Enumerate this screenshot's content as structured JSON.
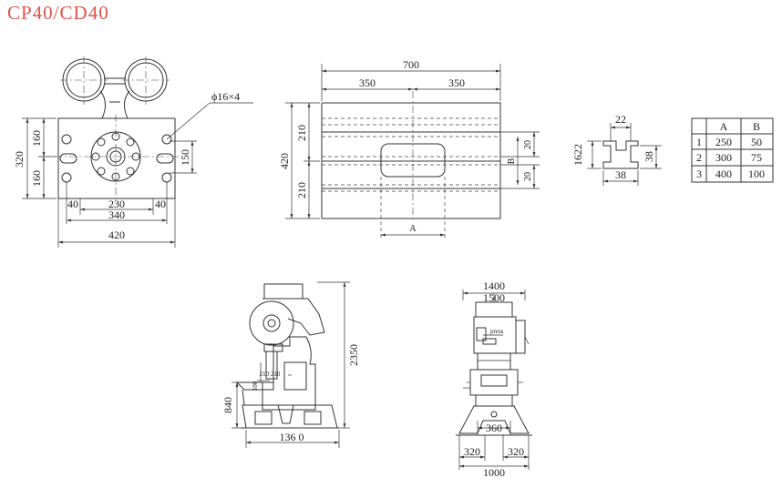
{
  "title": "CP40/CD40",
  "dims": {
    "d_160_top": "160",
    "d_320": "320",
    "d_160_bot": "160",
    "d_hole": "ϕ16×4",
    "d_150": "150",
    "d_40_left": "40",
    "d_40_right": "40",
    "d_230": "230",
    "d_340": "340",
    "d_420_bottom": "420",
    "d_700": "700",
    "d_350_left": "350",
    "d_350_right": "350",
    "d_420_side": "420",
    "d_210_top": "210",
    "d_210_bot": "210",
    "d_20_top": "20",
    "d_b": "B",
    "d_20_bot": "20",
    "d_a": "A",
    "d_22": "22",
    "d_1622": "1622",
    "d_38_bot": "38",
    "d_38_right": "38",
    "d_2350": "2350",
    "d_840": "840",
    "d_1360": "136 0",
    "d_210_210": "210 210",
    "d_100": "100",
    "d_1400": "1400",
    "d_1500": "1500",
    "d_360": "360",
    "d_320_left": "320",
    "d_320_right": "320",
    "d_1000": "1000",
    "label_press": "press"
  },
  "table": {
    "headers": [
      "",
      "A",
      "B"
    ],
    "rows": [
      [
        "1",
        "250",
        "50"
      ],
      [
        "2",
        "300",
        "75"
      ],
      [
        "3",
        "400",
        "100"
      ]
    ]
  }
}
